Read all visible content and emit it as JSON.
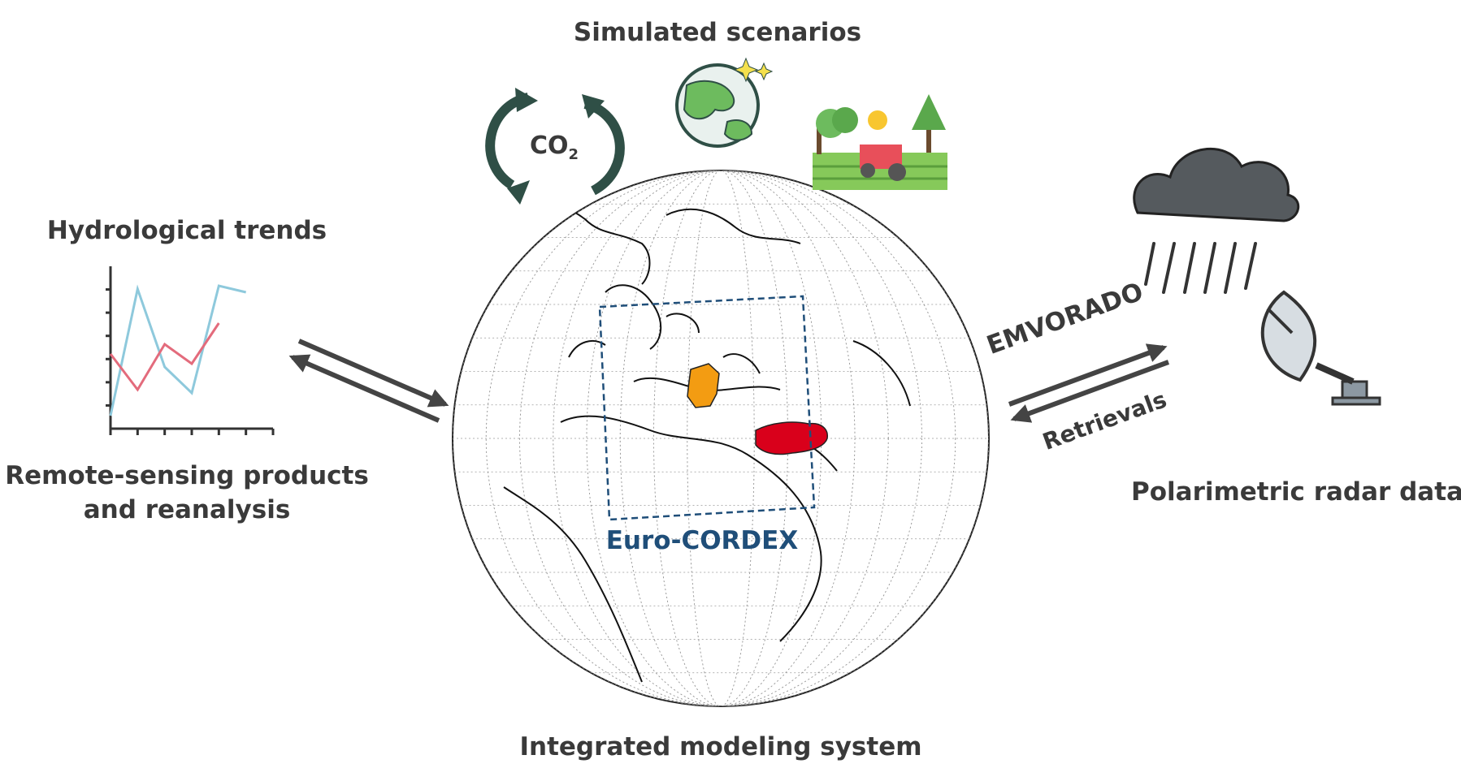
{
  "labels": {
    "simulated": "Simulated scenarios",
    "co2_main": "CO",
    "co2_sub": "2",
    "hydro": "Hydrological trends",
    "remote_1": "Remote-sensing products",
    "remote_2": "and reanalysis",
    "euro": "Euro-CORDEX",
    "integrated": "Integrated modeling system",
    "emvorado": "EMVORADO",
    "retrievals": "Retrievals",
    "polarimetric": "Polarimetric radar data"
  },
  "colors": {
    "text": "#3a3a3a",
    "euro": "#1f4e79",
    "arrow": "#444444",
    "cycle": "#2f4f46",
    "germany": "#f39c12",
    "turkey": "#d9001b",
    "blue_line": "#8ec9dc",
    "red_line": "#e36b7c",
    "cloud": "#555a5e",
    "land_green": "#6dbb5e",
    "ocean": "#e9f1ee"
  },
  "icons": [
    "co2-cycle-icon",
    "globe-sparkle-icon",
    "farm-tractor-icon",
    "rain-cloud-icon",
    "satellite-dish-icon",
    "line-chart-icon"
  ],
  "chart_data": {
    "type": "line",
    "title": "",
    "xlabel": "",
    "ylabel": "",
    "x": [
      0,
      1,
      2,
      3,
      4,
      5,
      6
    ],
    "series": [
      {
        "values": [
          0.08,
          0.86,
          0.38,
          0.22,
          0.88,
          0.84
        ]
      },
      {
        "values": [
          0.46,
          0.24,
          0.52,
          0.4,
          0.65
        ]
      }
    ],
    "ylim": [
      0,
      1
    ],
    "grid": false
  }
}
